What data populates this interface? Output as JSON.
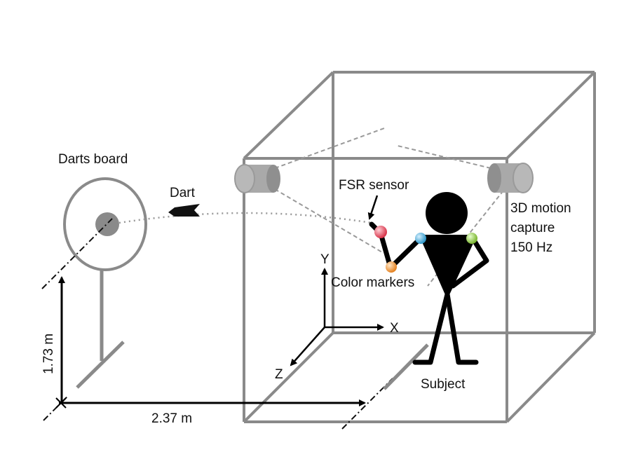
{
  "labels": {
    "darts_board": "Darts board",
    "dart": "Dart",
    "fsr_sensor": "FSR sensor",
    "color_markers": "Color markers",
    "motion_capture_line1": "3D motion",
    "motion_capture_line2": "capture",
    "motion_capture_line3": "150 Hz",
    "subject": "Subject",
    "height": "1.73 m",
    "distance": "2.37 m",
    "axis_x": "X",
    "axis_y": "Y",
    "axis_z": "Z"
  },
  "colors": {
    "box": "#8a8a8a",
    "camera": "#9e9e9e",
    "figure": "#000000",
    "marker_red": "#e0455a",
    "marker_blue": "#3fa9d8",
    "marker_green": "#8cc63f",
    "marker_orange": "#f0922b"
  }
}
